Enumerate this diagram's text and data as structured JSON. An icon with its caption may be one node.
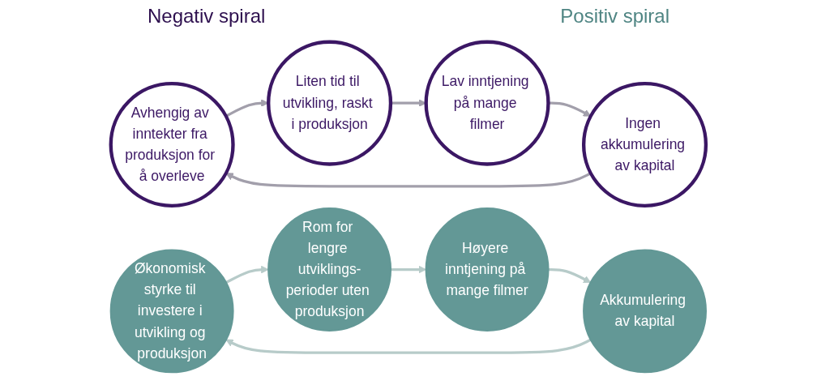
{
  "diagram": {
    "nodes": [
      {
        "text": [
          "Avhengig av inntekter fra produksjon for å overleve"
        ]
      },
      {
        "text": [
          "Liten tid til utvikling, raskt i produksjon"
        ]
      },
      {
        "text": [
          "Lav inntjening på mange filmer"
        ]
      },
      {
        "text": [
          "Ingen akkumulering av kapital"
        ]
      },
      {
        "text": [
          "Økonomisk styrke til investere i utvikling og produksjon"
        ]
      },
      {
        "text": [
          "Rom for lengre utviklings-perioder uten produksjon"
        ]
      },
      {
        "text": [
          "Høyere inntjening på mange filmer"
        ]
      },
      {
        "text": [
          "Akkumulering av kapital"
        ]
      }
    ],
    "edges": [
      {
        "from": 0,
        "to": 1,
        "arrow": "to",
        "color": "#a29fab"
      },
      {
        "from": 1,
        "to": 2,
        "arrow": "to",
        "color": "#a29fab"
      },
      {
        "from": 2,
        "to": 3,
        "arrow": "to",
        "color": "#a29fab"
      },
      {
        "from": 3,
        "to": 0,
        "arrow": "to",
        "color": "#a29fab"
      },
      {
        "from": 4,
        "to": 5,
        "arrow": "to",
        "color": "#b7cbc9"
      },
      {
        "from": 5,
        "to": 6,
        "arrow": "to",
        "color": "#b7cbc9"
      },
      {
        "from": 6,
        "to": 7,
        "arrow": "to",
        "color": "#b7cbc9"
      },
      {
        "from": 7,
        "to": 4,
        "arrow": "to",
        "color": "#b7cbc9"
      }
    ],
    "labels": [
      "Negativ spiral",
      "Positiv spiral"
    ]
  }
}
